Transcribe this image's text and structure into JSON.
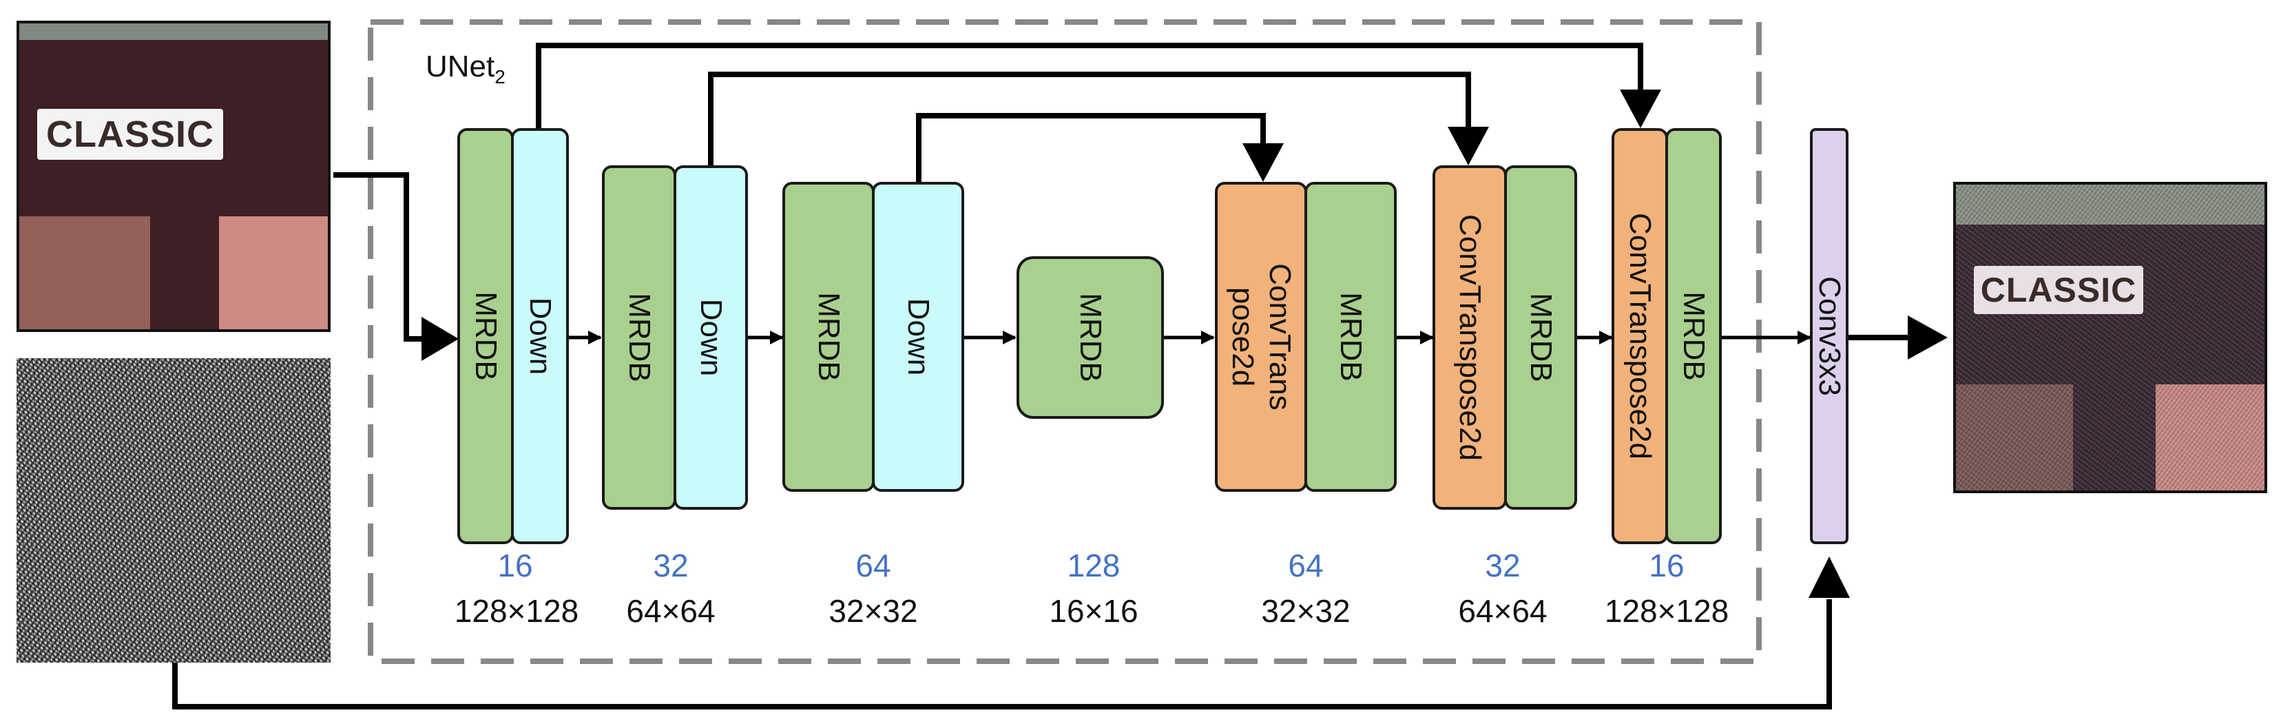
{
  "title": {
    "main": "UNet",
    "sub": "2"
  },
  "sign_text": "CLASSIC",
  "blocks": {
    "mrdb": "MRDB",
    "down": "Down",
    "convtrans_split": "ConvTrans pose2d",
    "convtranspose": "ConvTranspose2d",
    "conv3x3": "Conv3x3"
  },
  "stages": [
    {
      "channels": "16",
      "resolution": "128×128"
    },
    {
      "channels": "32",
      "resolution": "64×64"
    },
    {
      "channels": "64",
      "resolution": "32×32"
    },
    {
      "channels": "128",
      "resolution": "16×16"
    },
    {
      "channels": "64",
      "resolution": "32×32"
    },
    {
      "channels": "32",
      "resolution": "64×64"
    },
    {
      "channels": "16",
      "resolution": "128×128"
    }
  ],
  "colors": {
    "mrdb": "#a9d08e",
    "down": "#c9fbfb",
    "convtranspose": "#f2b27a",
    "conv3x3": "#dcd0ec",
    "channel_text": "#4472c4",
    "dashed_frame": "#888888"
  }
}
